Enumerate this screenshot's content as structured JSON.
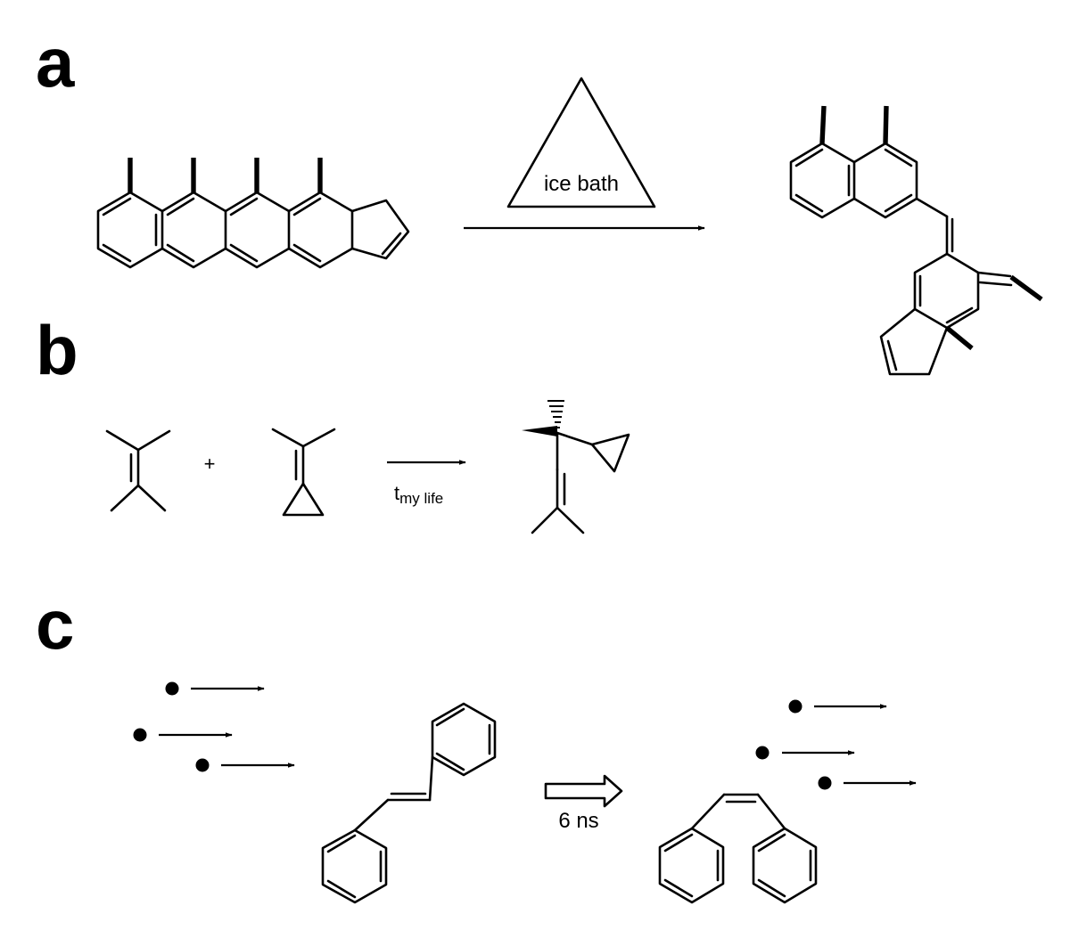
{
  "panels": {
    "a": {
      "letter": "a",
      "condition": "ice bath"
    },
    "b": {
      "letter": "b",
      "plus": "+",
      "condition_main": "t",
      "condition_sub": "my life"
    },
    "c": {
      "letter": "c",
      "condition": "6 ns"
    }
  }
}
